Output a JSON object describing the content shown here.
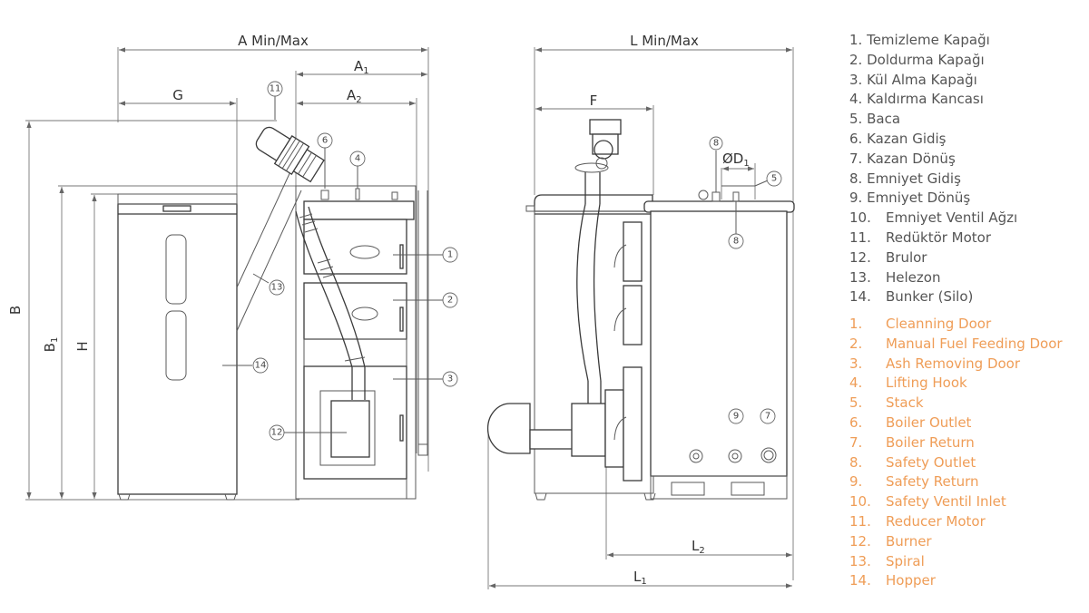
{
  "dimensions": {
    "a_minmax": "A Min/Max",
    "a1": "A",
    "a1_sub": "1",
    "a2": "A",
    "a2_sub": "2",
    "g": "G",
    "b": "B",
    "b1": "B",
    "b1_sub": "1",
    "h": "H",
    "l_minmax": "L Min/Max",
    "f": "F",
    "d1": "ØD",
    "d1_sub": "1",
    "l1": "L",
    "l1_sub": "1",
    "l2": "L",
    "l2_sub": "2"
  },
  "callouts": {
    "c1": "1",
    "c2": "2",
    "c3": "3",
    "c4": "4",
    "c5": "5",
    "c6": "6",
    "c7": "7",
    "c8a": "8",
    "c8b": "8",
    "c9": "9",
    "c11": "11",
    "c12": "12",
    "c13": "13",
    "c14": "14"
  },
  "legend_tr": [
    {
      "num": "1.",
      "label": "Temizleme Kapağı"
    },
    {
      "num": "2.",
      "label": "Doldurma Kapağı"
    },
    {
      "num": "3.",
      "label": "Kül Alma Kapağı"
    },
    {
      "num": "4.",
      "label": "Kaldırma Kancası"
    },
    {
      "num": "5.",
      "label": "Baca"
    },
    {
      "num": "6.",
      "label": "Kazan Gidiş"
    },
    {
      "num": "7.",
      "label": "Kazan Dönüş"
    },
    {
      "num": "8.",
      "label": "Emniyet Gidiş"
    },
    {
      "num": "9.",
      "label": "Emniyet Dönüş"
    },
    {
      "num": "10.",
      "label": "Emniyet Ventil Ağzı"
    },
    {
      "num": "11.",
      "label": "Redüktör Motor"
    },
    {
      "num": "12.",
      "label": "Brulor"
    },
    {
      "num": "13.",
      "label": "Helezon"
    },
    {
      "num": "14.",
      "label": "Bunker (Silo)"
    }
  ],
  "legend_en": [
    {
      "num": "1.",
      "label": "Cleanning Door"
    },
    {
      "num": "2.",
      "label": "Manual Fuel Feeding Door"
    },
    {
      "num": "3.",
      "label": "Ash Removing Door"
    },
    {
      "num": "4.",
      "label": "Lifting Hook"
    },
    {
      "num": "5.",
      "label": "Stack"
    },
    {
      "num": "6.",
      "label": "Boiler Outlet"
    },
    {
      "num": "7.",
      "label": "Boiler Return"
    },
    {
      "num": "8.",
      "label": "Safety Outlet"
    },
    {
      "num": "9.",
      "label": "Safety Return"
    },
    {
      "num": "10.",
      "label": "Safety Ventil Inlet"
    },
    {
      "num": "11.",
      "label": "Reducer Motor"
    },
    {
      "num": "12.",
      "label": "Burner"
    },
    {
      "num": "13.",
      "label": "Spiral"
    },
    {
      "num": "14.",
      "label": "Hopper"
    }
  ],
  "colors": {
    "legend_tr": "#555555",
    "legend_en": "#ef9d57",
    "line": "#5a5a5a"
  }
}
